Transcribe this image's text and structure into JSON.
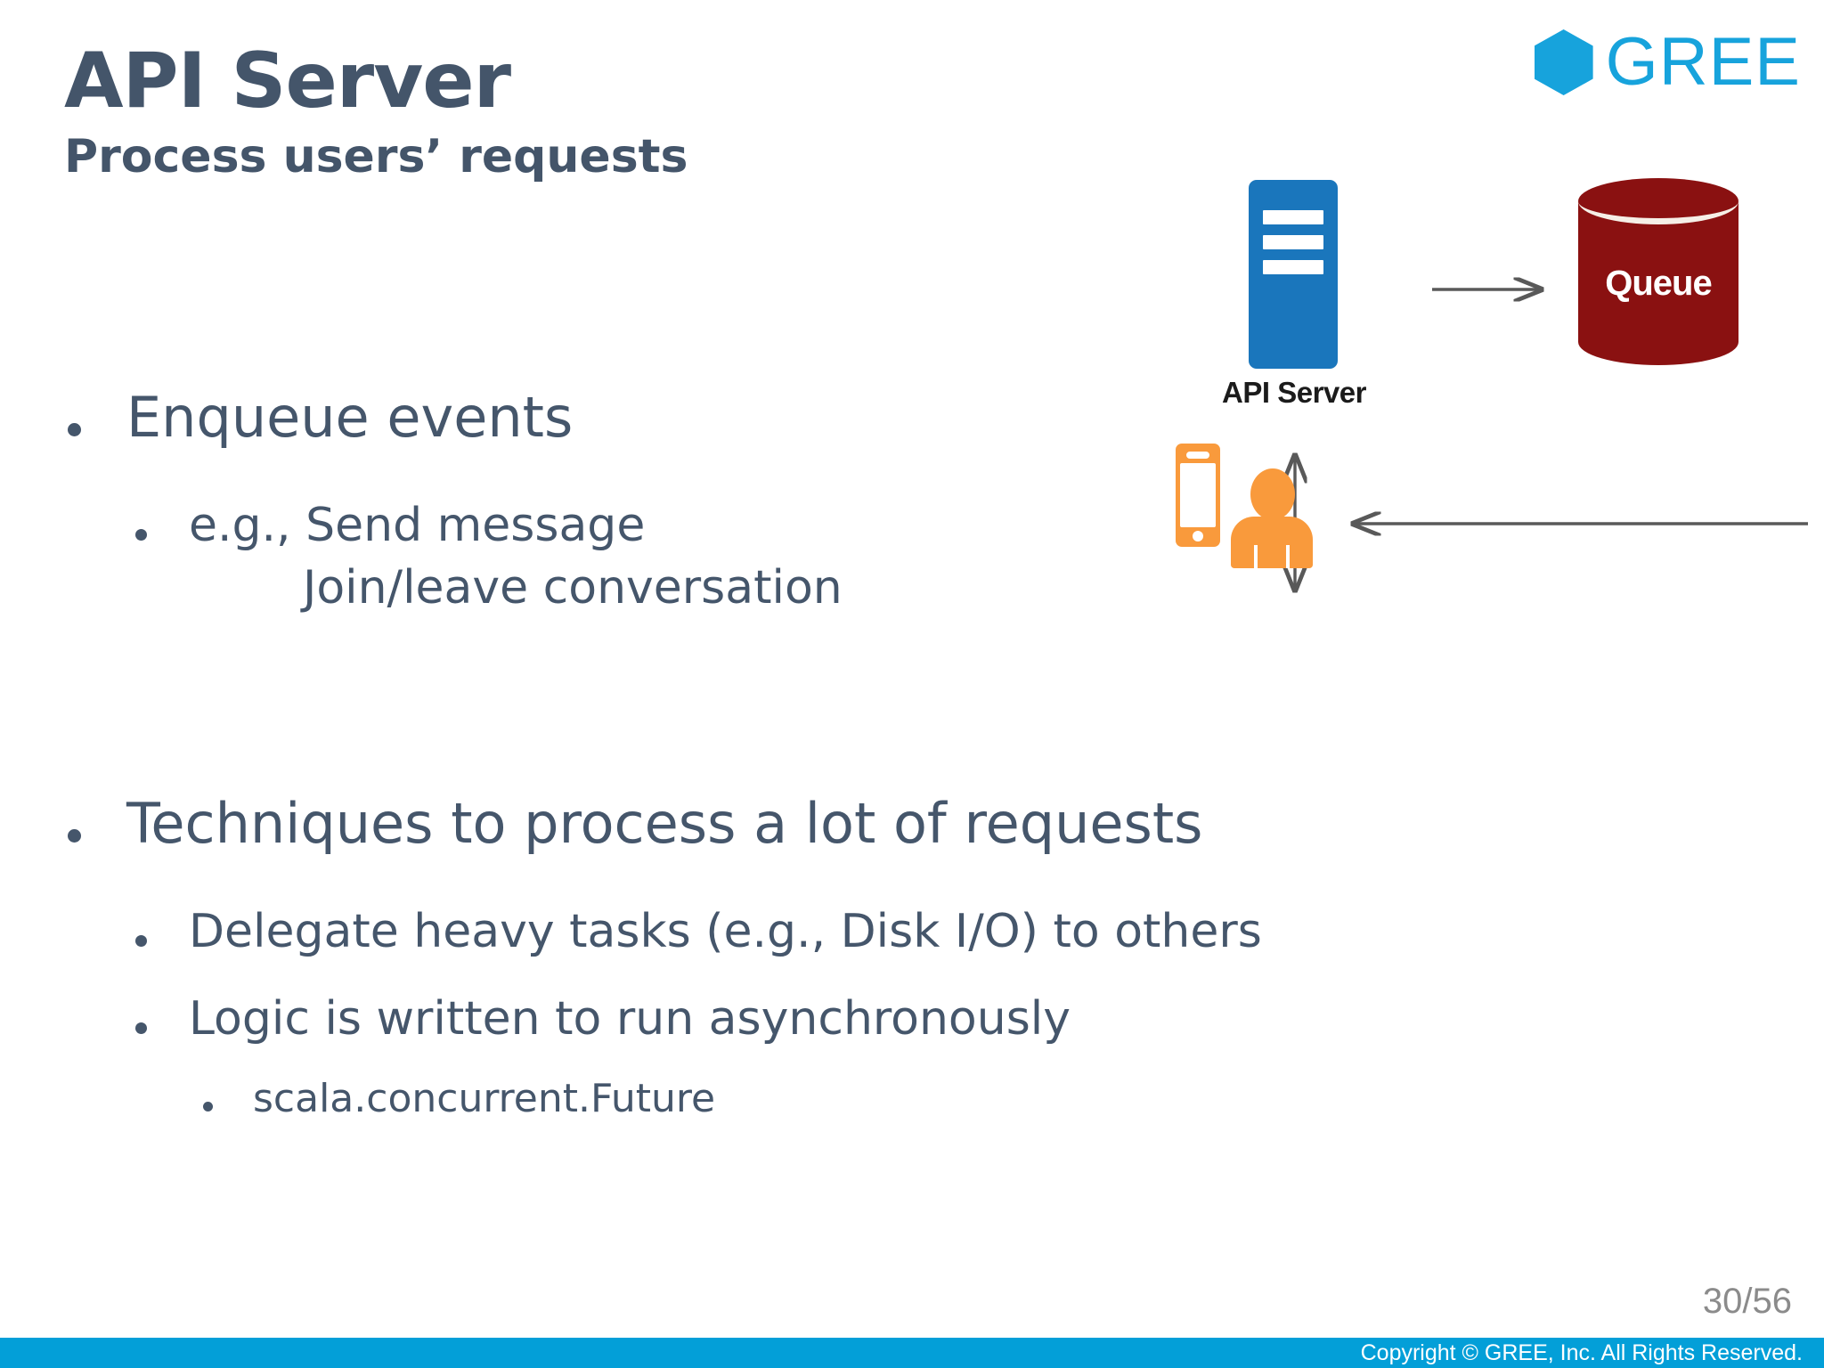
{
  "slide": {
    "title": "API Server",
    "subtitle": "Process users’ requests",
    "page_number": "30/56",
    "footer_copyright": "Copyright © GREE, Inc. All Rights Reserved.",
    "accent_color": "#039fd8",
    "text_color": "#45566b"
  },
  "logo": {
    "text": "GREE",
    "color": "#17a3dc",
    "mark": "hexagon-icon"
  },
  "bullets": [
    {
      "level": 1,
      "text": "Enqueue events",
      "has_bullet": true
    },
    {
      "level": 2,
      "text": "e.g., Send message",
      "has_bullet": true
    },
    {
      "level": 2,
      "text": "Join/leave conversation",
      "has_bullet": false
    },
    {
      "level": 1,
      "text": "Techniques to process a lot of requests",
      "has_bullet": true
    },
    {
      "level": 2,
      "text": "Delegate heavy tasks (e.g., Disk I/O) to others",
      "has_bullet": true
    },
    {
      "level": 2,
      "text": "Logic is written to run asynchronously",
      "has_bullet": true
    },
    {
      "level": 3,
      "text": "scala.concurrent.Future",
      "has_bullet": true
    }
  ],
  "diagram": {
    "server_label": "API Server",
    "server_color": "#1a76bc",
    "queue_label": "Queue",
    "queue_color": "#8a1111",
    "client_color": "#f99a3c",
    "arrow_color": "#595959",
    "arrows": [
      {
        "name": "server-to-queue",
        "direction": "right"
      },
      {
        "name": "server-to-client",
        "direction": "both"
      },
      {
        "name": "queue-to-client",
        "direction": "left"
      }
    ]
  }
}
